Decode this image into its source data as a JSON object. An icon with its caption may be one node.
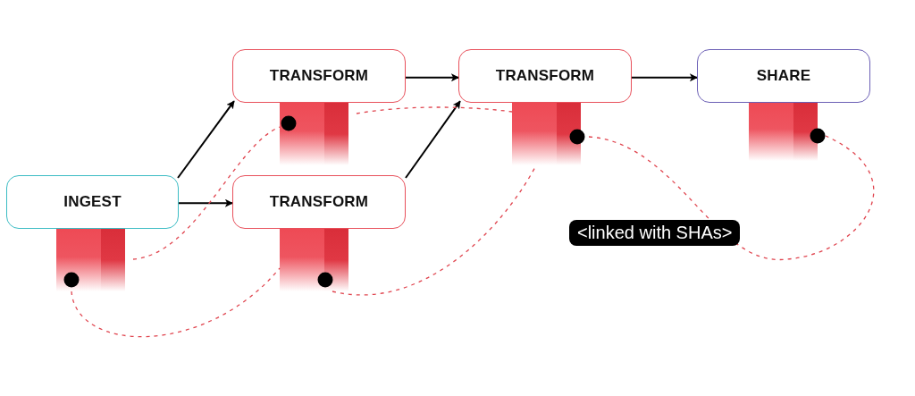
{
  "diagram": {
    "nodes": [
      {
        "text": [
          "TRANSFORM"
        ]
      },
      {
        "text": [
          "TRANSFORM"
        ]
      },
      {
        "text": [
          "SHARE"
        ]
      },
      {
        "text": [
          "INGEST"
        ]
      },
      {
        "text": [
          "TRANSFORM"
        ]
      },
      {
        "text": [],
        "shape": "bar"
      },
      {
        "text": [],
        "shape": "bar"
      },
      {
        "text": [],
        "shape": "bar"
      },
      {
        "text": [],
        "shape": "bar"
      },
      {
        "text": [],
        "shape": "bar"
      }
    ],
    "edges": [
      {
        "from": 3,
        "to": 0,
        "arrow": "to"
      },
      {
        "from": 3,
        "to": 4,
        "arrow": "to"
      },
      {
        "from": 4,
        "to": 1,
        "arrow": "to"
      },
      {
        "from": 0,
        "to": 1,
        "arrow": "to"
      },
      {
        "from": 1,
        "to": 2,
        "arrow": "to"
      },
      {
        "from": 5,
        "to": 7,
        "arrow": "none",
        "style": "dashed",
        "color": "#e0454f"
      },
      {
        "from": 5,
        "to": 6,
        "arrow": "none",
        "style": "dashed",
        "color": "#e0454f"
      },
      {
        "from": 7,
        "to": 8,
        "arrow": "none",
        "style": "dashed",
        "color": "#e0454f"
      },
      {
        "from": 6,
        "to": 8,
        "arrow": "none",
        "style": "dashed",
        "color": "#e0454f"
      },
      {
        "from": 8,
        "to": 9,
        "arrow": "none",
        "style": "dashed",
        "color": "#e0454f"
      }
    ],
    "labels": [
      "<linked with SHAs>"
    ]
  }
}
